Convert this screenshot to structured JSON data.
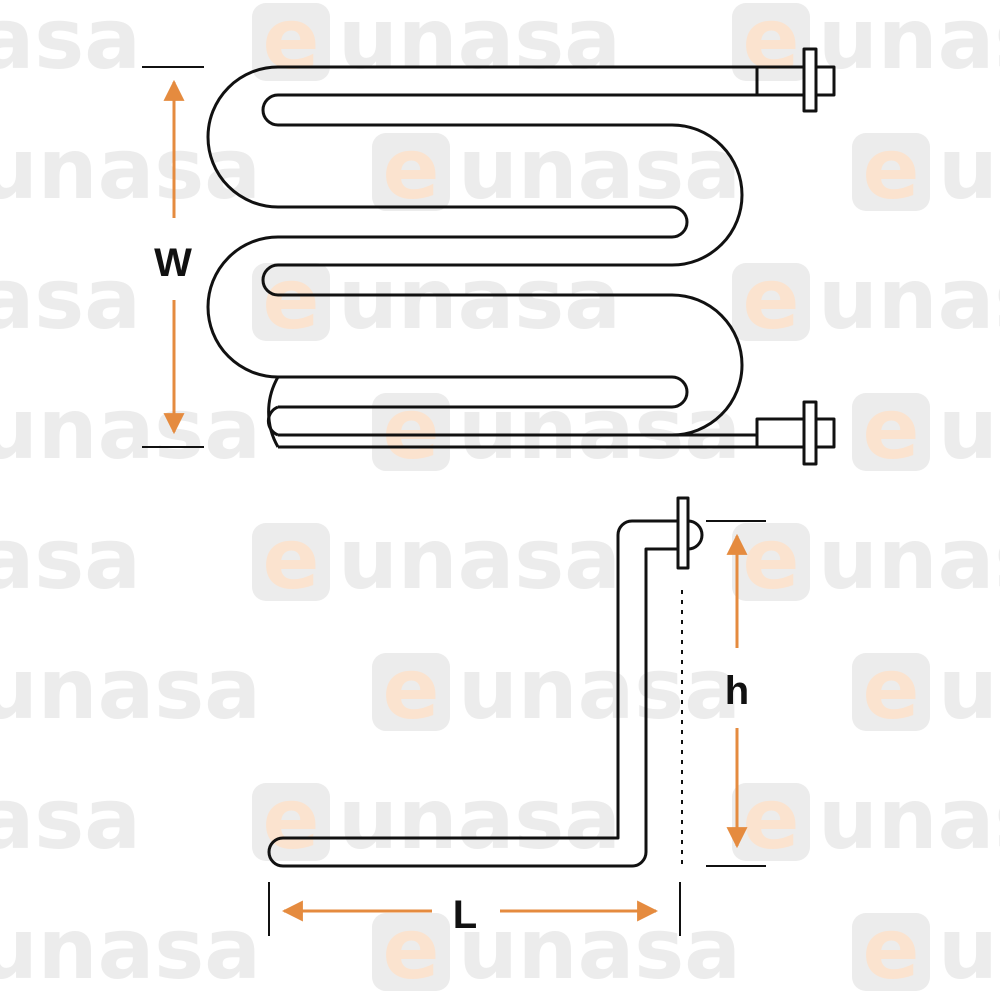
{
  "watermark": {
    "brand": "eunasa",
    "letter": "e",
    "rest": "unasa",
    "tile_fill": "#ececec",
    "letter_color": "#fbe3cf"
  },
  "diagram": {
    "labels": {
      "width": "W",
      "height": "h",
      "length": "L"
    },
    "colors": {
      "outline": "#111111",
      "arrow": "#e58b3f",
      "background": "#ffffff"
    }
  }
}
